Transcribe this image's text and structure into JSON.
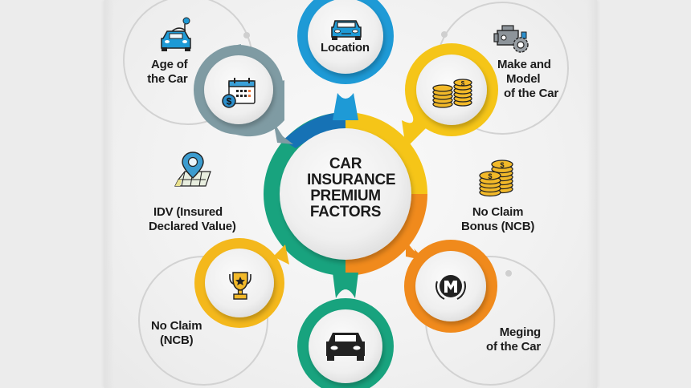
{
  "center": {
    "title_lines": [
      "CAR",
      "INSURANCE",
      "PREMIUM",
      "FACTORS"
    ]
  },
  "factors": [
    {
      "id": "age",
      "label_lines": [
        "Age of",
        "the Car"
      ],
      "ring_color": "#7f9ba3",
      "icons": [
        "car-with-pin-icon",
        "calendar-dollar-icon"
      ]
    },
    {
      "id": "location",
      "label_lines": [
        "Location"
      ],
      "ring_color": "#1e9ad6",
      "icons": [
        "car-front-blue-icon"
      ]
    },
    {
      "id": "make-model",
      "label_lines": [
        "Make and",
        "Model",
        "of the Car"
      ],
      "ring_color": "#f5c518",
      "icons": [
        "engine-gear-icon",
        "coin-stacks-icon"
      ]
    },
    {
      "id": "idv",
      "label_lines": [
        "IDV (Insured",
        "Declared Value)"
      ],
      "ring_color": "#1aa587",
      "icons": [
        "map-pin-icon"
      ]
    },
    {
      "id": "ncb-bonus",
      "label_lines": [
        "No Claim",
        "Bonus (NCB)"
      ],
      "ring_color": "#f5c518",
      "icons": [
        "coin-stacks-icon"
      ]
    },
    {
      "id": "ncb",
      "label_lines": [
        "No Claim",
        "(NCB)"
      ],
      "ring_color": "#f4b81c",
      "icons": [
        "trophy-star-icon"
      ]
    },
    {
      "id": "car",
      "label_lines": [],
      "ring_color": "#18a37e",
      "icons": [
        "car-front-black-icon"
      ]
    },
    {
      "id": "meging",
      "label_lines": [
        "Meging",
        "of the Car"
      ],
      "ring_color": "#f08a1c",
      "icons": [
        "m-badge-icon"
      ]
    }
  ],
  "colors": {
    "blue": "#1e9ad6",
    "dark_blue": "#1672b5",
    "yellow": "#f5c518",
    "orange": "#f08a1c",
    "green": "#18a37e",
    "slate": "#7f9ba3",
    "background": "#ececec"
  }
}
